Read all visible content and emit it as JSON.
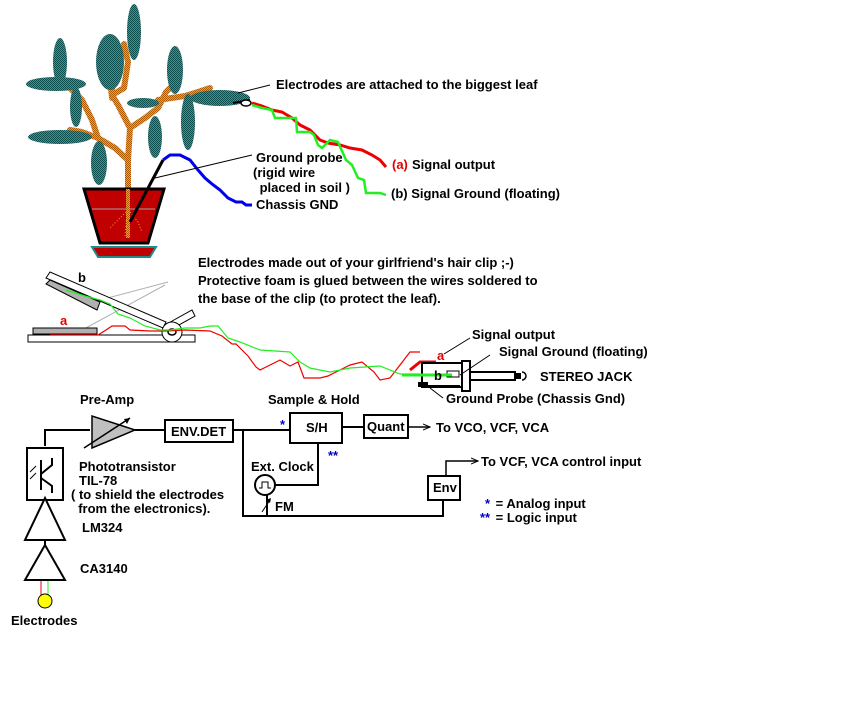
{
  "plant_section": {
    "electrodes_note": "Electrodes are attached to the biggest leaf",
    "ground_probe_lines": [
      "Ground probe",
      "(rigid wire",
      " placed in soil )"
    ],
    "chassis_gnd": "Chassis GND",
    "signal_output_tag": "(a)",
    "signal_output": "Signal output",
    "signal_ground": "(b) Signal Ground (floating)"
  },
  "clip_section": {
    "note_lines": [
      "Electrodes made out of your girlfriend's hair clip ;-)",
      "Protective foam is glued between the wires soldered to",
      "the base of the clip (to protect the leaf)."
    ],
    "label_a": "a",
    "label_b": "b",
    "jack_label_a": "a",
    "jack_label_b": "b",
    "signal_output": "Signal output",
    "signal_ground": "Signal Ground (floating)",
    "stereo_jack": "STEREO JACK",
    "ground_probe": "Ground Probe (Chassis Gnd)"
  },
  "block_diagram": {
    "preamp": "Pre-Amp",
    "env_det": "ENV.DET",
    "sample_hold_title": "Sample & Hold",
    "sh": "S/H",
    "quant": "Quant",
    "to_vco": "To VCO, VCF, VCA",
    "ext_clock": "Ext. Clock",
    "fm": "FM",
    "env": "Env",
    "to_vcf": "To VCF, VCA control input",
    "analog_star": "*",
    "logic_star": "**",
    "legend_analog_mark": "*",
    "legend_analog": " = Analog input",
    "legend_logic_mark": "**",
    "legend_logic": " = Logic input",
    "phototransistor": "Phototransistor",
    "til78": "TIL-78",
    "shield_lines": [
      "( to shield the electrodes",
      "  from the electronics)."
    ],
    "lm324": "LM324",
    "ca3140": "CA3140",
    "electrodes": "Electrodes"
  },
  "colors": {
    "leaf": "#1f8b8b",
    "stem": "#e08a1e",
    "pot": "#c00000",
    "signal_wire": "#ee0000",
    "ground_wire": "#22ee22",
    "chassis_wire": "#0000ee",
    "electrode_dot": "#ffff00",
    "star": "#0000cc"
  }
}
